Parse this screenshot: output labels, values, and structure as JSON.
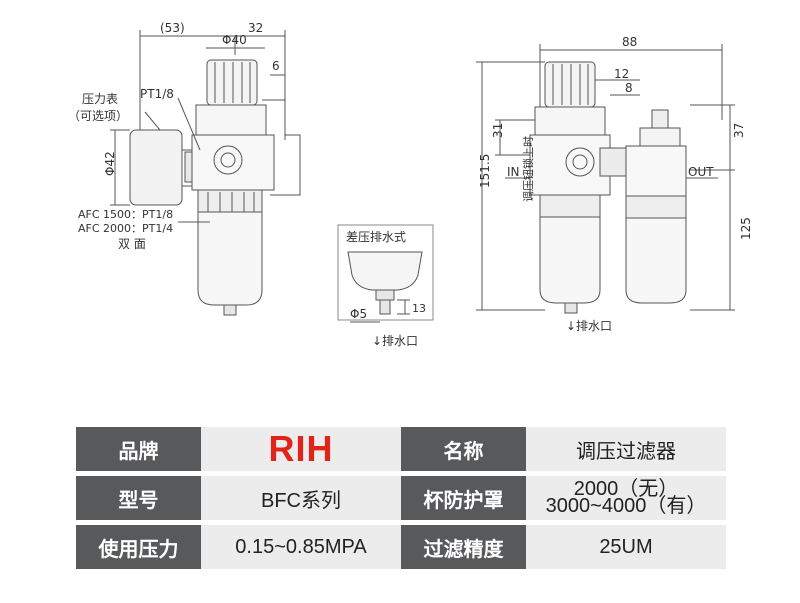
{
  "drawing": {
    "left_view": {
      "dims": [
        "(53)",
        "32",
        "Φ40",
        "6",
        "Φ42"
      ],
      "labels": [
        "PT1/8",
        "压力表",
        "（可选项）",
        "AFC 1500：PT1/8",
        "AFC 2000：PT1/4",
        "双 面"
      ]
    },
    "drain_view": {
      "title": "差压排水式",
      "dims": [
        "Φ5",
        "13"
      ],
      "label": "↓排水口"
    },
    "right_view": {
      "dims": [
        "88",
        "12",
        "8",
        "31",
        "37",
        "151.5",
        "125"
      ],
      "labels": [
        "IN",
        "OUT",
        "调压钮锁上时",
        "↓排水口"
      ]
    }
  },
  "specs": {
    "brand_label": "品牌",
    "brand_value": "RIH",
    "name_label": "名称",
    "name_value": "调压过滤器",
    "model_label": "型号",
    "model_value": "BFC系列",
    "bowl_label": "杯防护罩",
    "bowl_value_1": "2000（无）",
    "bowl_value_2": "3000~4000（有）",
    "pressure_label": "使用压力",
    "pressure_value": "0.15~0.85MPA",
    "precision_label": "过滤精度",
    "precision_value": "25UM"
  },
  "colors": {
    "label_bg": "#58595b",
    "value_bg": "#ececec",
    "brand": "#e2231a"
  }
}
